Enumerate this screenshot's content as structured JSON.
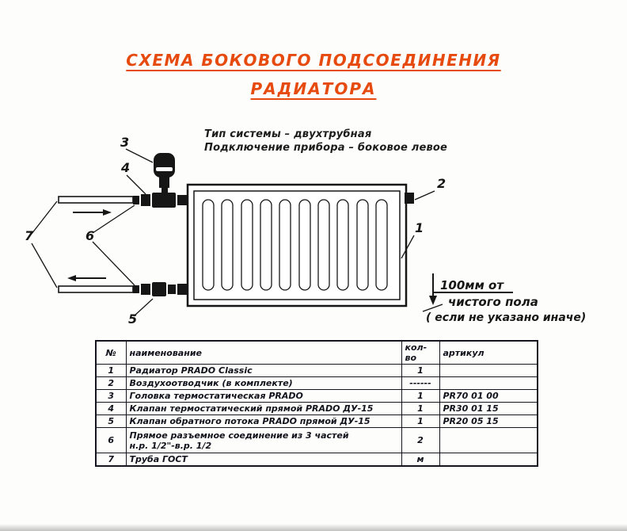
{
  "title": {
    "line1": "СХЕМА БОКОВОГО ПОДСОЕДИНЕНИЯ",
    "line2": "РАДИАТОРА",
    "color": "#e64a0e"
  },
  "notes": {
    "system_type": "Тип системы – двухтрубная",
    "connection": "Подключение прибора – боковое левое"
  },
  "callouts": {
    "c1": "1",
    "c2": "2",
    "c3": "3",
    "c4": "4",
    "c5": "5",
    "c6": "6",
    "c7": "7"
  },
  "dimension_note": {
    "line1": "100мм от",
    "line2": "чистого пола",
    "line3": "( если не указано иначе)"
  },
  "table": {
    "headers": {
      "num": "№",
      "name": "наименование",
      "qty": "кол-во",
      "art": "артикул"
    },
    "rows": [
      {
        "num": "1",
        "name": "Радиатор PRADO Classic",
        "qty": "1",
        "art": ""
      },
      {
        "num": "2",
        "name": "Воздухоотводчик (в комплекте)",
        "qty": "------",
        "art": ""
      },
      {
        "num": "3",
        "name": "Головка термостатическая PRADO",
        "qty": "1",
        "art": "PR70 01 00"
      },
      {
        "num": "4",
        "name": "Клапан термостатический прямой PRADO ДУ-15",
        "qty": "1",
        "art": "PR30 01 15"
      },
      {
        "num": "5",
        "name": "Клапан обратного потока PRADO прямой ДУ-15",
        "qty": "1",
        "art": "PR20 05 15"
      },
      {
        "num": "6",
        "name": "Прямое разъемное соединение из 3 частей\nн.р. 1/2\"-в.р. 1/2",
        "qty": "2",
        "art": ""
      },
      {
        "num": "7",
        "name": "Труба ГОСТ",
        "qty": "м",
        "art": ""
      }
    ]
  }
}
